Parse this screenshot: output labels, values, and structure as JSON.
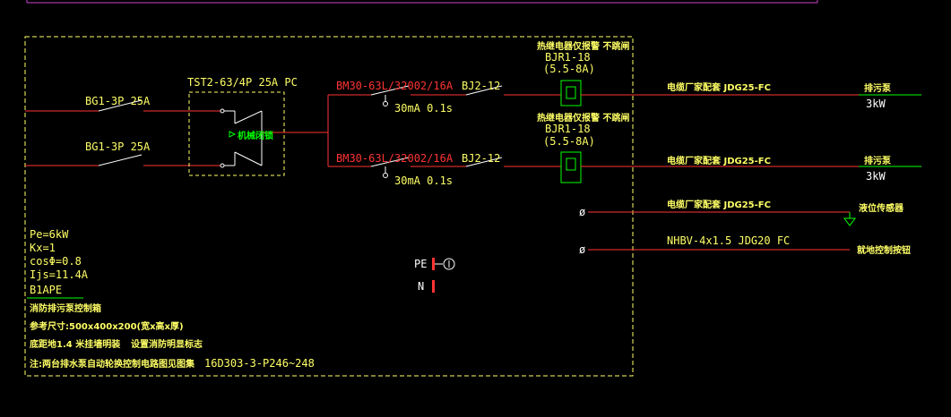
{
  "colors": {
    "background": "#000000",
    "frame": "#ffff66",
    "wire": "#ff3333",
    "green": "#00ff00",
    "white": "#ffffff",
    "magenta": "#cc44cc"
  },
  "inputs": [
    {
      "label": "BG1-3P 25A"
    },
    {
      "label": "BG1-3P 25A"
    }
  ],
  "ats": {
    "label": "TST2-63/4P 25A PC",
    "inner": "机械闭锁"
  },
  "branches": [
    {
      "breaker": "BM30-63L/32002/16A",
      "rcd": "30mA 0.1s",
      "contactor": "BJ2-12",
      "relay_title": "热继电器仅报警 不跳闸",
      "relay_model": "BJR1-18",
      "relay_range": "(5.5-8A)",
      "cable": "电缆厂家配套 JDG25-FC",
      "load_name": "排污泵",
      "load_power": "3kW"
    },
    {
      "breaker": "BM30-63L/32002/16A",
      "rcd": "30mA 0.1s",
      "contactor": "BJ2-12",
      "relay_title": "热继电器仅报警 不跳闸",
      "relay_model": "BJR1-18",
      "relay_range": "(5.5-8A)",
      "cable": "电缆厂家配套 JDG25-FC",
      "load_name": "排污泵",
      "load_power": "3kW"
    }
  ],
  "control_lines": [
    {
      "cable": "电缆厂家配套 JDG25-FC",
      "target": "液位传感器"
    },
    {
      "cable": "NHBV-4x1.5 JDG20 FC",
      "target": "就地控制按钮"
    }
  ],
  "terminals": {
    "pe": "PE",
    "n": "N"
  },
  "params": {
    "pe": "Pe=6kW",
    "kx": "Kx=1",
    "cos": "cosΦ=0.8",
    "ijs": "Ijs=11.4A",
    "panel_id": "B1APE"
  },
  "notes": {
    "line1": "消防排污泵控制箱",
    "line2": "参考尺寸:500x400x200(宽x高x厚)",
    "line3a": "底距地1.4 米挂墙明装",
    "line3b": "设置消防明显标志",
    "line4": "注:两台排水泵自动轮换控制电路图见图集",
    "ref": "16D303-3-P246~248"
  }
}
